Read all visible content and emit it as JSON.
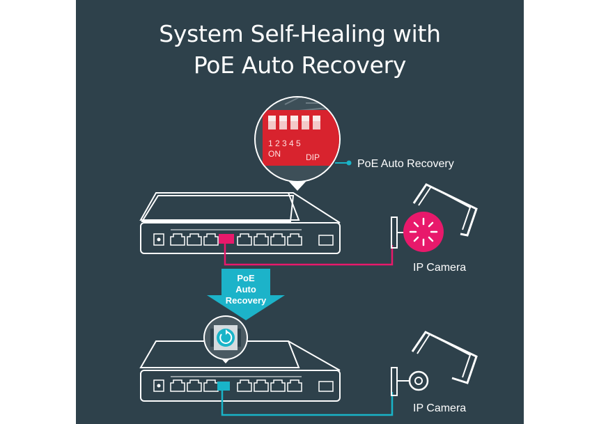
{
  "title": {
    "line1": "System Self-Healing with",
    "line2": "PoE Auto Recovery"
  },
  "callout": {
    "label": "PoE Auto Recovery",
    "dip_numbers": "1 2 3 4 5",
    "dip_on": "ON",
    "dip_dip": "DIP"
  },
  "arrow": {
    "line1": "PoE",
    "line2": "Auto",
    "line3": "Recovery"
  },
  "top_camera": {
    "label": "IP Camera"
  },
  "bottom_camera": {
    "label": "IP Camera"
  },
  "icons": {
    "top_camera_status": "loading-spinner-icon",
    "bottom_switch_badge": "power-restart-icon"
  },
  "colors": {
    "background": "#2e414b",
    "error_link": "#e8196b",
    "ok_link": "#19b4c8",
    "arrow": "#1cb3c9",
    "dip_switch": "#d8232e"
  }
}
